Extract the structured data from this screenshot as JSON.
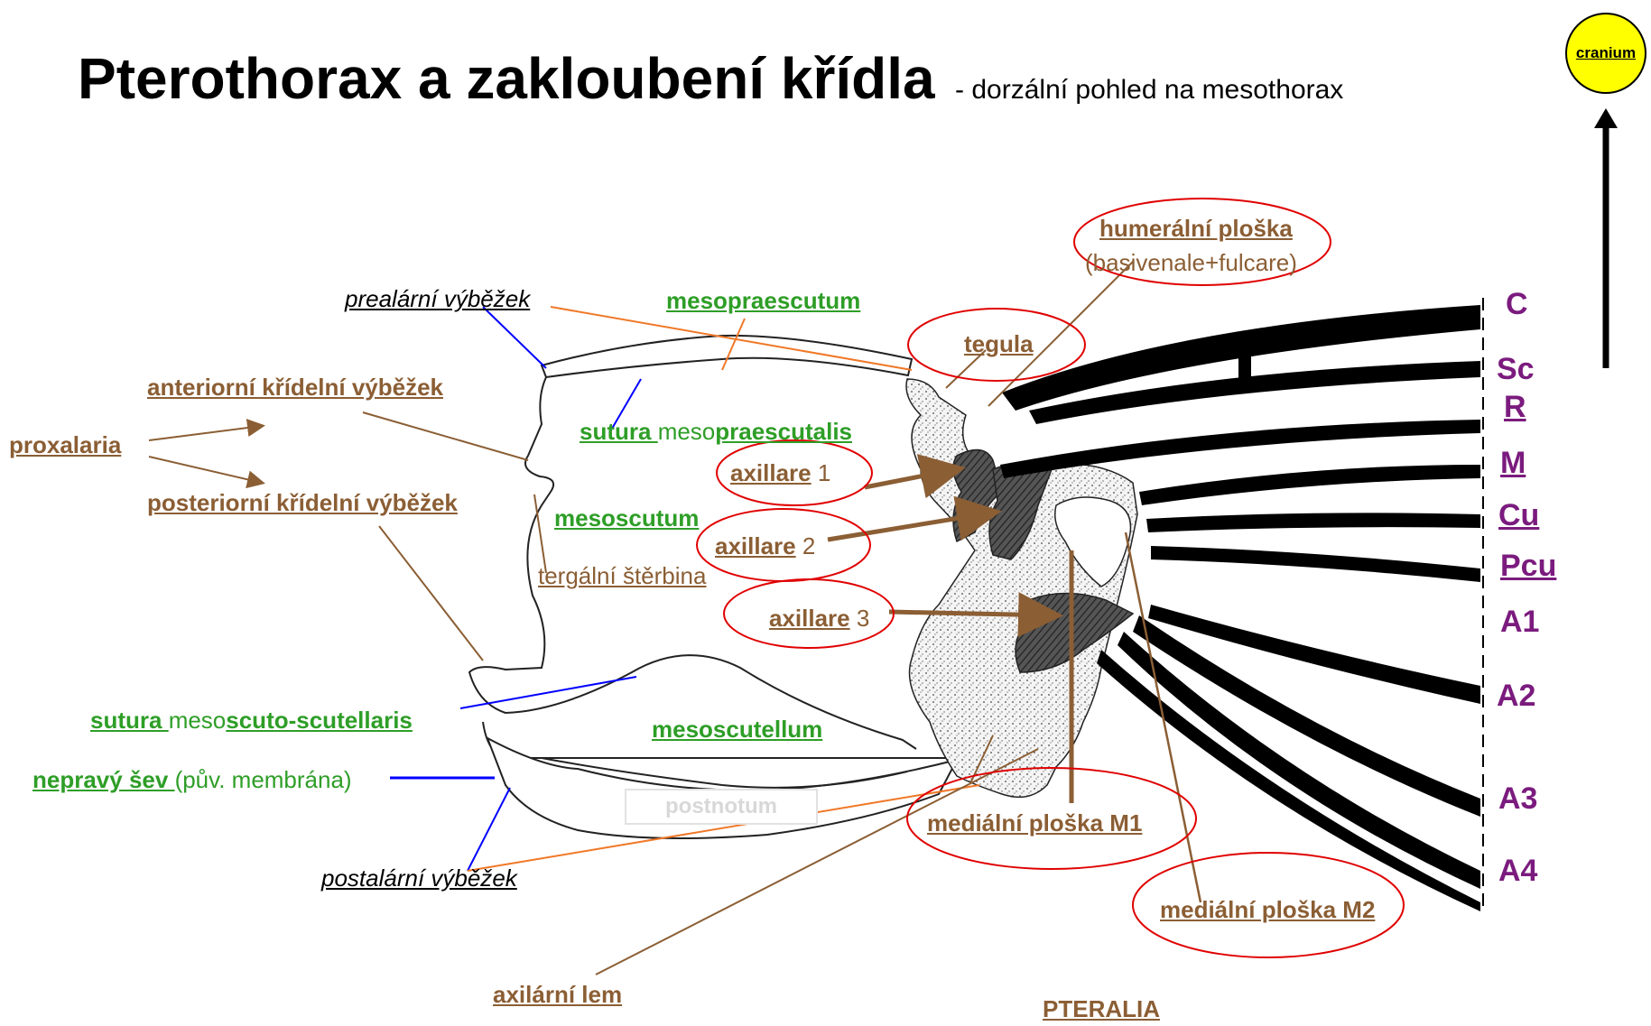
{
  "title": {
    "main": "Pterothorax a zakloubení křídla",
    "subtitle": "- dorzální pohled na mesothorax"
  },
  "cranium": "cranium",
  "labels": {
    "prealar": "prealární výběžek",
    "mesopraescutum": "mesopraescutum",
    "anterior_wing_process": "anteriorní křídelní výběžek",
    "proxalaria": "proxalaria",
    "sutura_praescutalis": {
      "part1": "sutura ",
      "part2": "meso",
      "part3": "praescutalis"
    },
    "posterior_wing_process": "posteriorní křídelní výběžek",
    "mesoscutum": "mesoscutum",
    "tergal_fissure": "tergální štěrbina",
    "sutura_scutellaris": {
      "part1": "sutura ",
      "part2": "meso",
      "part3": "scuto-scutellaris"
    },
    "mesoscutellum": "mesoscutellum",
    "false_suture": {
      "part1": "nepravý šev ",
      "part2": "(pův. membrána)"
    },
    "postnotum": "postnotum",
    "postalar": "postalární výběžek",
    "axillary_cord": "axilární lem",
    "pteralia": "PTERALIA",
    "humeral_plate": "humerální ploška",
    "humeral_plate_note": "(basivenale+fulcare)",
    "tegula": "tegula",
    "axillare1": {
      "name": "axillare",
      "num": " 1"
    },
    "axillare2": {
      "name": "axillare",
      "num": " 2"
    },
    "axillare3": {
      "name": "axillare",
      "num": " 3"
    },
    "median_plate_m1": "mediální ploška M1",
    "median_plate_m2": "mediální ploška M2"
  },
  "veins": [
    "C",
    "Sc",
    "R",
    "M",
    "Cu",
    "Pcu",
    "A1",
    "A2",
    "A3",
    "A4"
  ],
  "colors": {
    "label_brown": "#8B5E34",
    "label_green": "#2E9E27",
    "vein_purple": "#7B1B7E",
    "ellipse_red": "#E00000",
    "cranium_yellow": "#FFFF00"
  }
}
